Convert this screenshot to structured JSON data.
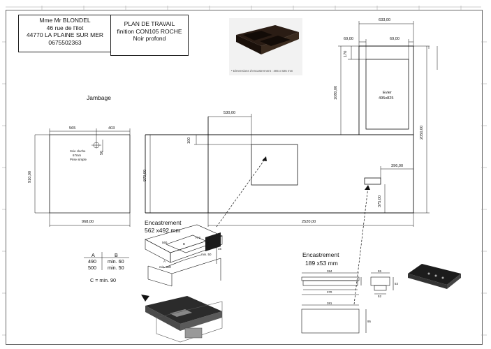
{
  "client_box": {
    "line1": "Mme Mr BLONDEL",
    "line2": "46 rue de l'ilot",
    "line3": "44770 LA PLAINE SUR MER",
    "line4": "0675502363"
  },
  "title_box": {
    "line1": "PLAN DE TRAVAIL",
    "line2": "finition CON105 ROCHE",
    "line3": "Noir profond"
  },
  "sink_photo": {
    "caption": "• Dimensions d'encastrement : 405 x 825 mm"
  },
  "jambage": {
    "title": "Jambage",
    "dim_565": "565",
    "dim_403": "403",
    "dim_50": "50",
    "dim_910": "910,00",
    "dim_968": "968,00",
    "hole_note": [
      "Scie cloche",
      "67mm",
      "Prise simple"
    ]
  },
  "main_plan": {
    "dim_530": "530,00",
    "dim_100": "100",
    "dim_970": "970,00",
    "dim_396": "396,00",
    "dim_375": "375,00",
    "dim_2520": "2520,00",
    "dim_2050": "2050,00",
    "dim_1080": "1080,00",
    "dim_633": "633,00",
    "dim_69_left": "69,00",
    "dim_69_right": "69,00",
    "dim_170": "170",
    "sink_label": "Evier",
    "sink_size": "495x825"
  },
  "encastrement_hob": {
    "title": "Encastrement",
    "size": "562 x492 mm",
    "table": {
      "headers": [
        "A",
        "B"
      ],
      "rows": [
        [
          "490",
          "min. 60"
        ],
        [
          "500",
          "min. 50"
        ]
      ]
    },
    "note": "C = min. 90",
    "diagram_labels": [
      "560",
      "R 3",
      "min. 50",
      "min. 600",
      "A",
      "B",
      "C",
      "16"
    ]
  },
  "encastrement_control": {
    "title": "Encastrement",
    "size": "189 x53 mm",
    "drawing_numbers": [
      "384",
      "55",
      "370",
      "381",
      "52",
      "53",
      "95"
    ]
  }
}
